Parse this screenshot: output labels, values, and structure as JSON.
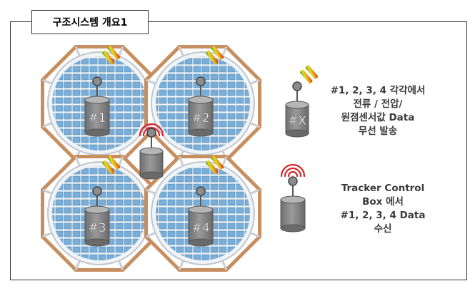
{
  "page": {
    "title": "구조시스템 개요1"
  },
  "diagram": {
    "nodes": [
      {
        "label": "#1"
      },
      {
        "label": "#2"
      },
      {
        "label": "#3"
      },
      {
        "label": "#4"
      }
    ],
    "legend_node_label": "#X",
    "description_nodes": [
      "#1, 2, 3, 4 각각에서",
      "전류 / 전압/",
      "원점센서값 Data",
      "무선 발송"
    ],
    "description_tcb": [
      "Tracker Control",
      "Box 에서",
      "#1, 2, 3, 4 Data",
      "수신"
    ]
  },
  "colors": {
    "frame": "#c78e60",
    "panel": "#78aed8",
    "cylinder": "#8a8a8a",
    "wave": "#d7262b",
    "text": "#3a3a3a"
  }
}
